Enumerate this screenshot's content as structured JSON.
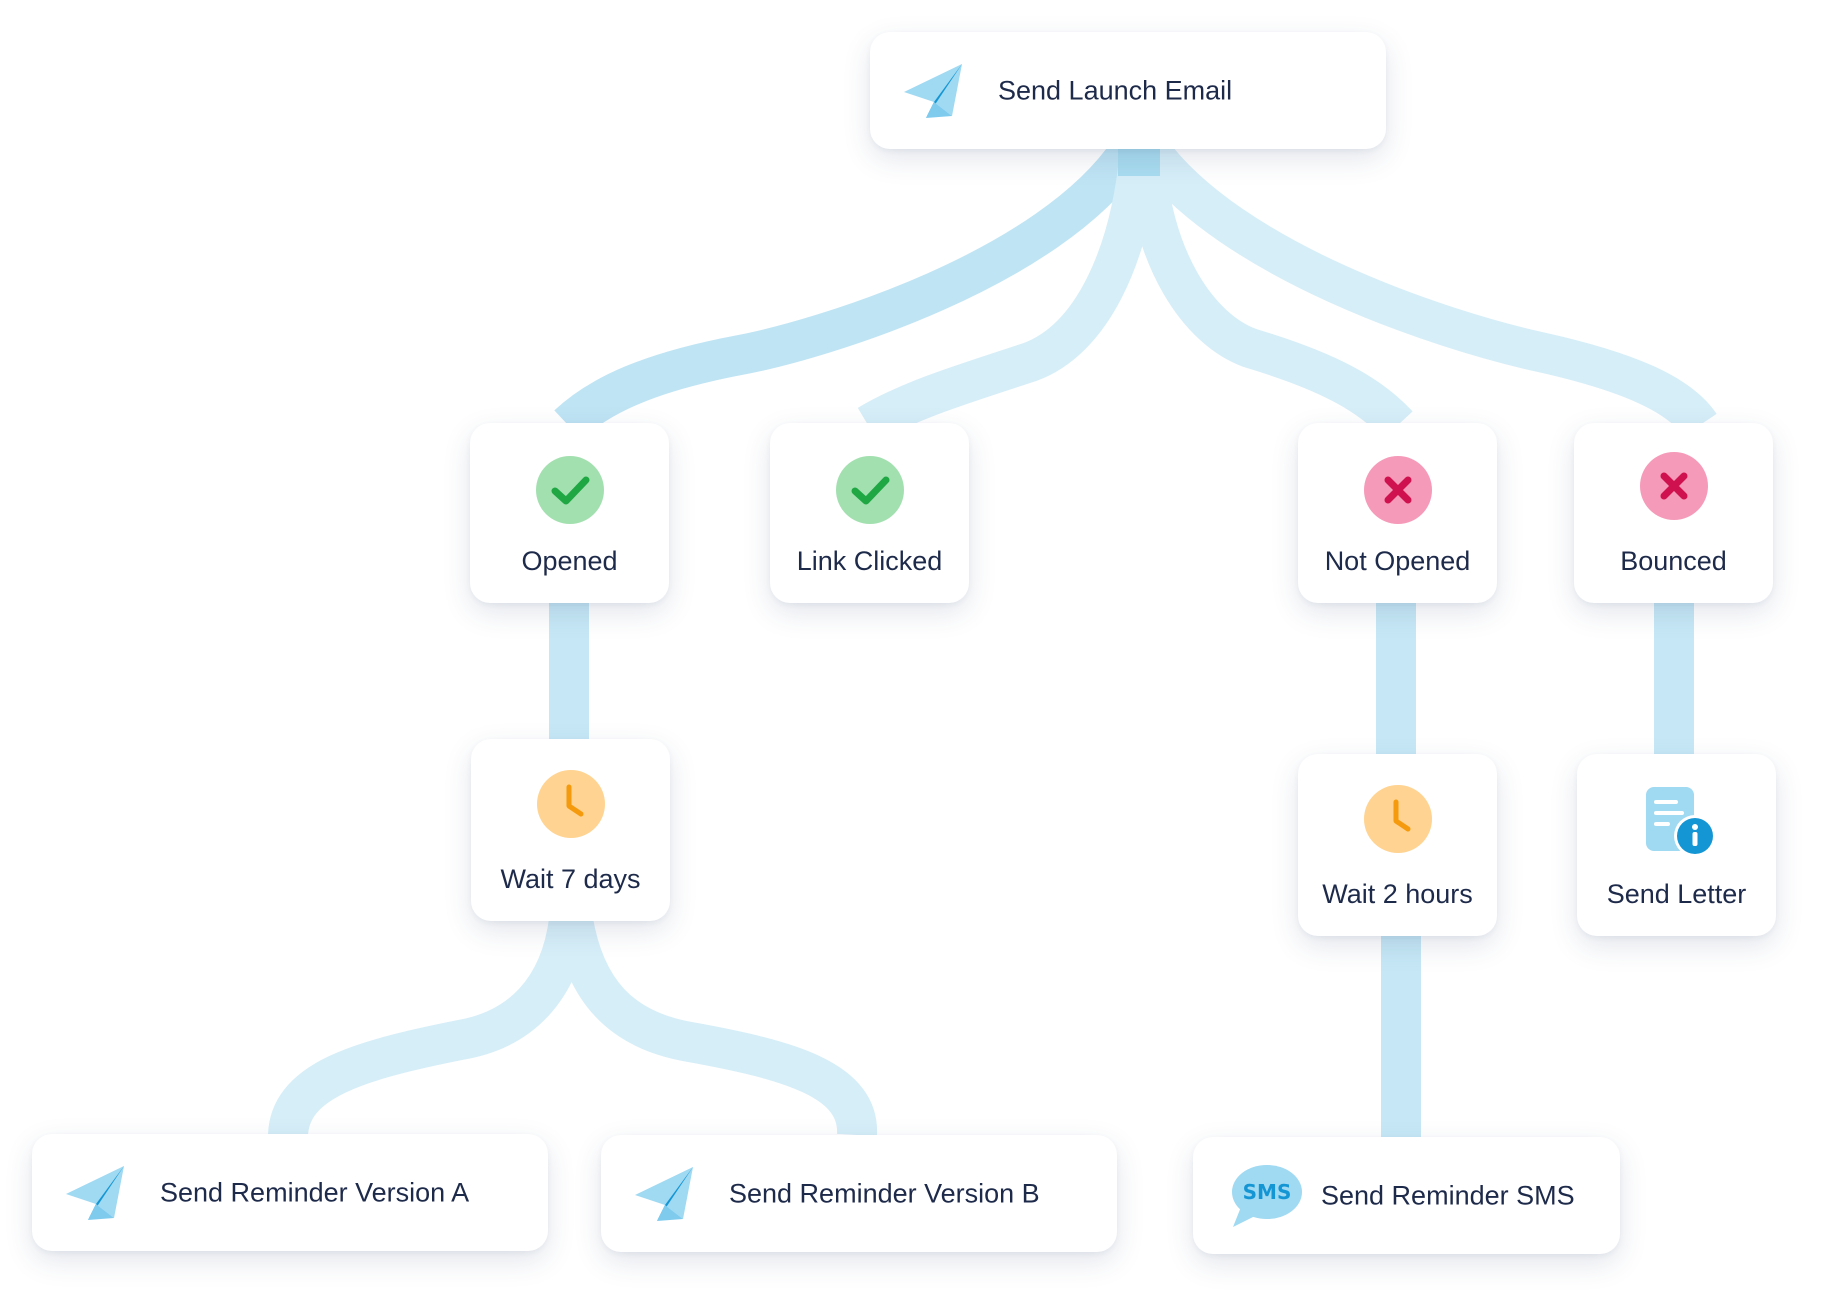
{
  "colors": {
    "connector": "#a9dcf0",
    "connector_light": "#c6e8f6",
    "success_bg": "#a3e0b0",
    "success_fg": "#1fa744",
    "error_bg": "#f59ab8",
    "error_fg": "#d0114f",
    "wait_bg": "#ffd391",
    "wait_fg": "#f59a0c",
    "send_light": "#9fd9f2",
    "send_dark": "#1596d4",
    "text": "#1e2a4a"
  },
  "nodes": {
    "launch_email": {
      "label": "Send Launch Email",
      "icon": "paper-plane-icon"
    },
    "opened": {
      "label": "Opened",
      "icon": "check-icon"
    },
    "link_clicked": {
      "label": "Link Clicked",
      "icon": "check-icon"
    },
    "not_opened": {
      "label": "Not Opened",
      "icon": "cross-icon"
    },
    "bounced": {
      "label": "Bounced",
      "icon": "cross-icon"
    },
    "wait_7_days": {
      "label": "Wait 7 days",
      "icon": "clock-icon"
    },
    "wait_2_hours": {
      "label": "Wait 2 hours",
      "icon": "clock-icon"
    },
    "send_letter": {
      "label": "Send Letter",
      "icon": "letter-info-icon"
    },
    "reminder_a": {
      "label": "Send Reminder Version A",
      "icon": "paper-plane-icon"
    },
    "reminder_b": {
      "label": "Send Reminder Version B",
      "icon": "paper-plane-icon"
    },
    "reminder_sms": {
      "label": "Send Reminder SMS",
      "icon": "sms-bubble-icon",
      "icon_text": "SMS"
    }
  }
}
